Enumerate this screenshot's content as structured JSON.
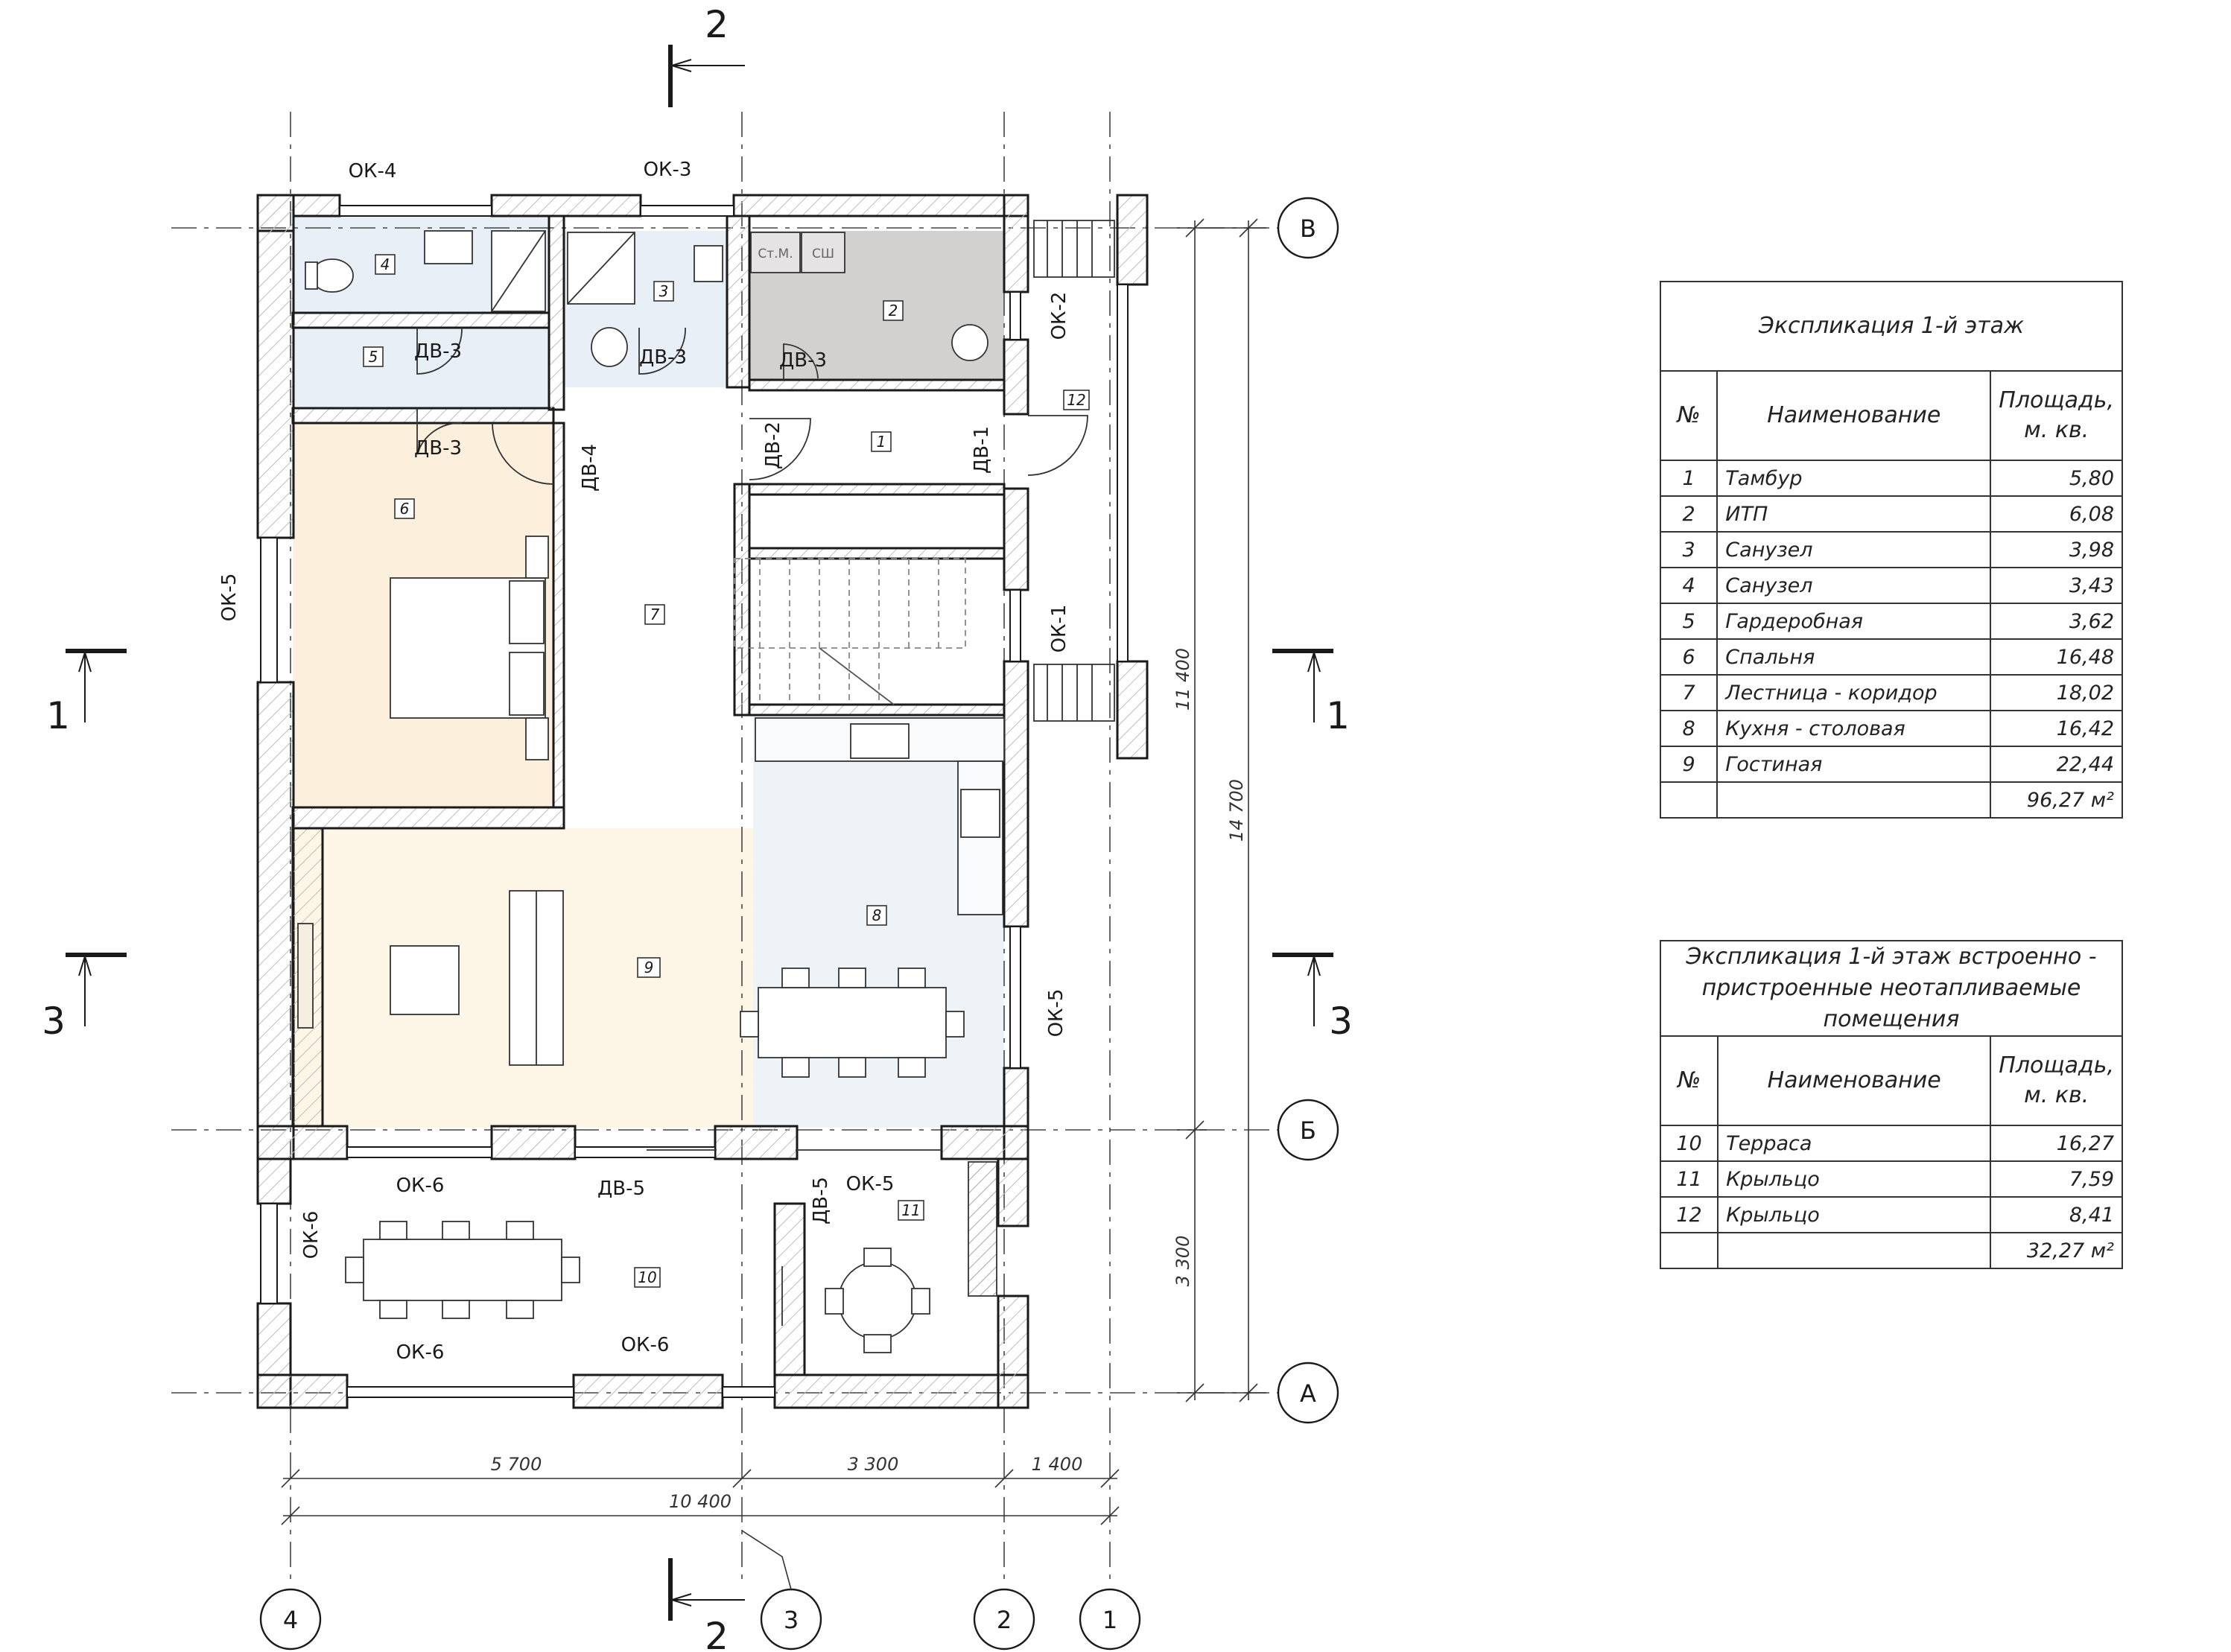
{
  "grid_axes": {
    "numeric": [
      "4",
      "3",
      "2",
      "1"
    ],
    "letter": [
      "В",
      "Б",
      "А"
    ]
  },
  "sections": [
    {
      "label": "2",
      "pos": "top"
    },
    {
      "label": "2",
      "pos": "bottom"
    },
    {
      "label": "1",
      "pos": "left"
    },
    {
      "label": "1",
      "pos": "right"
    },
    {
      "label": "3",
      "pos": "left"
    },
    {
      "label": "3",
      "pos": "right"
    }
  ],
  "dimensions": {
    "horizontal": [
      "5 700",
      "3 300",
      "1 400"
    ],
    "horizontal_total": "10 400",
    "vertical": [
      "11 400",
      "3 300"
    ],
    "vertical_total": "14 700"
  },
  "windows": [
    "ОК-4",
    "ОК-3",
    "ОК-2",
    "ОК-1",
    "ОК-5",
    "ОК-5",
    "ОК-6",
    "ОК-6",
    "ОК-6",
    "ОК-6",
    "ОК-5"
  ],
  "doors": [
    "ДВ-3",
    "ДВ-3",
    "ДВ-3",
    "ДВ-3",
    "ДВ-4",
    "ДВ-2",
    "ДВ-1",
    "ДВ-5",
    "ДВ-5"
  ],
  "room_tags": [
    "1",
    "2",
    "3",
    "4",
    "5",
    "6",
    "7",
    "8",
    "9",
    "10",
    "11",
    "12"
  ],
  "appliance_labels": [
    "Ст.М.",
    "СШ"
  ],
  "colors": {
    "line": "#1a1a1a",
    "bedroom": "#fcf0dc",
    "living": "#fdf6e6",
    "kitchen": "#eef3f8",
    "bath": "#e9eff6",
    "itp": "#d3d0d0"
  },
  "explication1": {
    "title": "Экспликация 1-й этаж",
    "col_no": "№",
    "col_name": "Наименование",
    "col_area_1": "Площадь,",
    "col_area_2": "м. кв.",
    "rows": [
      {
        "no": "1",
        "name": "Тамбур",
        "area": "5,80"
      },
      {
        "no": "2",
        "name": "ИТП",
        "area": "6,08"
      },
      {
        "no": "3",
        "name": "Санузел",
        "area": "3,98"
      },
      {
        "no": "4",
        "name": "Санузел",
        "area": "3,43"
      },
      {
        "no": "5",
        "name": "Гардеробная",
        "area": "3,62"
      },
      {
        "no": "6",
        "name": "Спальня",
        "area": "16,48"
      },
      {
        "no": "7",
        "name": "Лестница - коридор",
        "area": "18,02"
      },
      {
        "no": "8",
        "name": "Кухня - столовая",
        "area": "16,42"
      },
      {
        "no": "9",
        "name": "Гостиная",
        "area": "22,44"
      }
    ],
    "total": "96,27 м²"
  },
  "explication2": {
    "title_1": "Экспликация 1-й этаж встроенно -",
    "title_2": "пристроенные неотапливаемые помещения",
    "col_no": "№",
    "col_name": "Наименование",
    "col_area_1": "Площадь,",
    "col_area_2": "м. кв.",
    "rows": [
      {
        "no": "10",
        "name": "Терраса",
        "area": "16,27"
      },
      {
        "no": "11",
        "name": "Крыльцо",
        "area": "7,59"
      },
      {
        "no": "12",
        "name": "Крыльцо",
        "area": "8,41"
      }
    ],
    "total": "32,27 м²"
  }
}
